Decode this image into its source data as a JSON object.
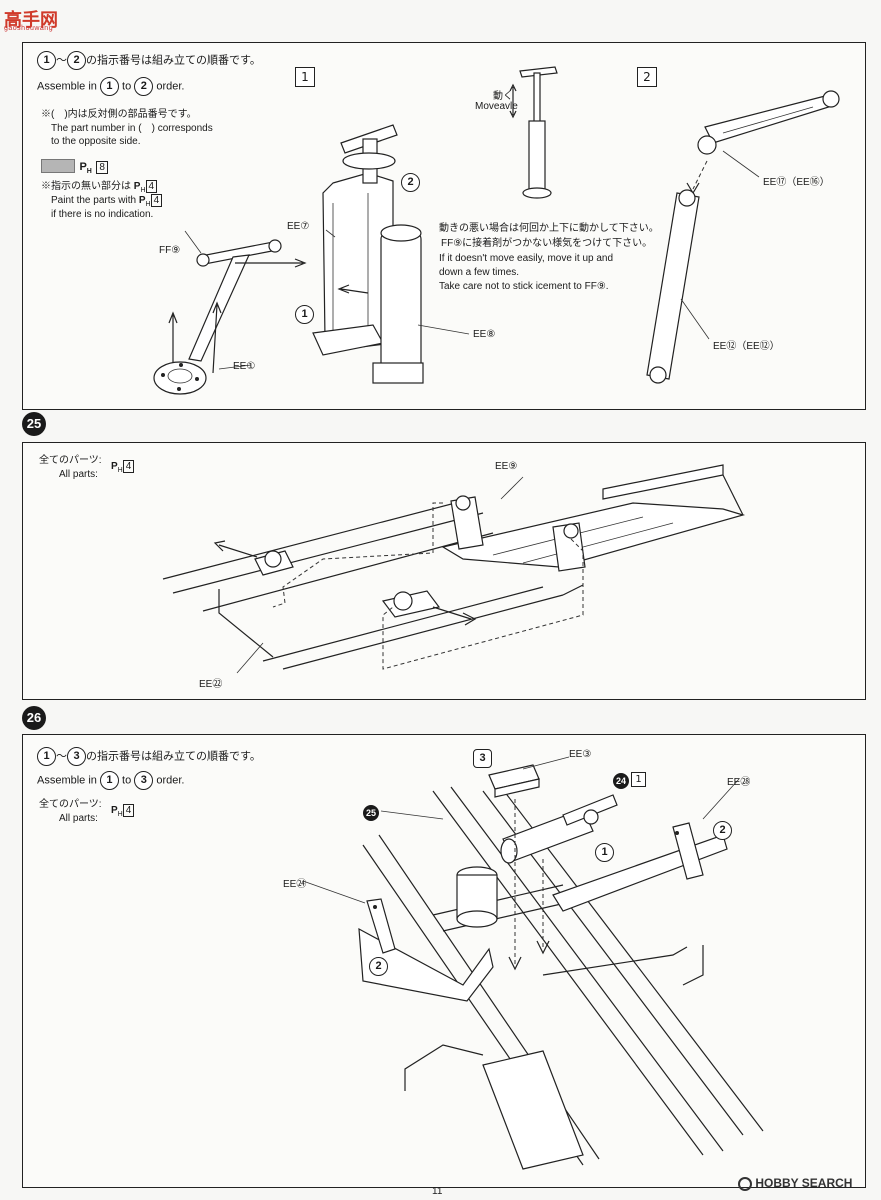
{
  "watermark": {
    "logo_text": "高手网",
    "site_text": "gaoshouwang"
  },
  "panel1": {
    "intro_jp": "の指示番号は組み立ての順番です。",
    "range_from": "1",
    "range_to": "2",
    "tilde": "～",
    "intro_en_pre": "Assemble in",
    "intro_en_mid": "to",
    "intro_en_post": "order.",
    "opposite_jp": "※(　)内は反対側の部品番号です。",
    "opposite_en1": "The part number in (　) corresponds",
    "opposite_en2": "to the opposite side.",
    "swatch_code": "P",
    "swatch_sub": "H",
    "swatch_num": "8",
    "noind_jp": "※指示の無い部分は",
    "noind_code_num": "4",
    "noind_en1": "Paint the parts with",
    "noind_en2": "if there is no indication.",
    "box1": "1",
    "box2": "2",
    "labels": {
      "ff9": "FF⑨",
      "ee1": "EE①",
      "ee7": "EE⑦",
      "ee8": "EE⑧",
      "step1": "1",
      "step2": "2",
      "move_jp": "動く",
      "move_en": "Moveavle",
      "ee17": "EE⑰（EE⑯）",
      "ee12": "EE⑫（EE⑫）"
    },
    "note_jp1": "動きの悪い場合は何回か上下に動かして下さい。",
    "note_jp2": "FF⑨に接着剤がつかない様気をつけて下さい。",
    "note_en1": "If it doesn't move easily, move it up and",
    "note_en2": "down a few times.",
    "note_en3": "Take care not to stick icement to FF⑨."
  },
  "panel25": {
    "step": "25",
    "all_jp": "全てのパーツ:",
    "all_en": "All parts:",
    "code_num": "4",
    "ee9": "EE⑨",
    "ee22": "EE㉒"
  },
  "panel26": {
    "step": "26",
    "intro_jp": "の指示番号は組み立ての順番です。",
    "range_from": "1",
    "range_to": "3",
    "tilde": "～",
    "intro_en_pre": "Assemble in",
    "intro_en_mid": "to",
    "intro_en_post": "order.",
    "all_jp": "全てのパーツ:",
    "all_en": "All parts:",
    "code_num": "4",
    "ee3": "EE③",
    "ee24": "EE㉔",
    "ee28": "EE㉘",
    "ref25": "25",
    "ref24": "24",
    "box1": "1",
    "step1": "1",
    "step2a": "2",
    "step2b": "2",
    "step3": "3"
  },
  "footer": {
    "page_number": "11",
    "brand": "HOBBY SEARCH"
  }
}
